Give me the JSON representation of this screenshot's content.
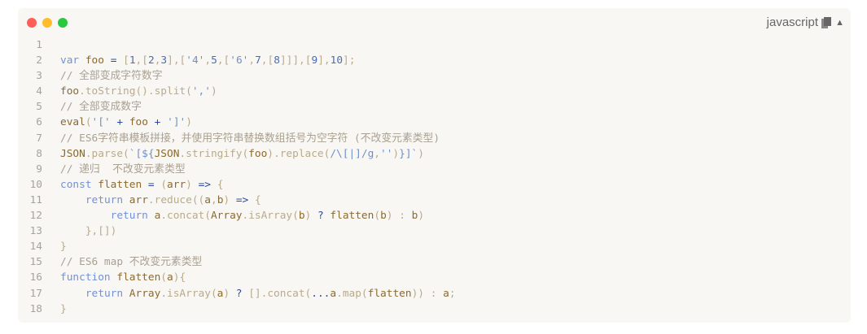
{
  "header": {
    "language": "javascript",
    "dot_colors": [
      "#ff5f56",
      "#ffbd2e",
      "#27c93f"
    ]
  },
  "lines": [
    [],
    [
      [
        "k",
        "var"
      ],
      [
        "p",
        " "
      ],
      [
        "i",
        "foo"
      ],
      [
        "p",
        " "
      ],
      [
        "o",
        "="
      ],
      [
        "p",
        " ["
      ],
      [
        "n",
        "1"
      ],
      [
        "p",
        ",["
      ],
      [
        "n",
        "2"
      ],
      [
        "p",
        ","
      ],
      [
        "n",
        "3"
      ],
      [
        "p",
        "],["
      ],
      [
        "s",
        "'4'"
      ],
      [
        "p",
        ","
      ],
      [
        "n",
        "5"
      ],
      [
        "p",
        ",["
      ],
      [
        "s",
        "'6'"
      ],
      [
        "p",
        ","
      ],
      [
        "n",
        "7"
      ],
      [
        "p",
        ",["
      ],
      [
        "n",
        "8"
      ],
      [
        "p",
        "]]],["
      ],
      [
        "n",
        "9"
      ],
      [
        "p",
        "],"
      ],
      [
        "n",
        "10"
      ],
      [
        "p",
        "];"
      ]
    ],
    [
      [
        "c",
        "// 全部变成字符数字"
      ]
    ],
    [
      [
        "i",
        "foo"
      ],
      [
        "p",
        ".toString().split("
      ],
      [
        "s",
        "','"
      ],
      [
        "p",
        ")"
      ]
    ],
    [
      [
        "c",
        "// 全部变成数字"
      ]
    ],
    [
      [
        "i",
        "eval"
      ],
      [
        "p",
        "("
      ],
      [
        "s",
        "'['"
      ],
      [
        "p",
        " "
      ],
      [
        "o",
        "+"
      ],
      [
        "p",
        " "
      ],
      [
        "i",
        "foo"
      ],
      [
        "p",
        " "
      ],
      [
        "o",
        "+"
      ],
      [
        "p",
        " "
      ],
      [
        "s",
        "']'"
      ],
      [
        "p",
        ")"
      ]
    ],
    [
      [
        "c",
        "// ES6字符串模板拼接，并使用字符串替换数组括号为空字符 (不改变元素类型)"
      ]
    ],
    [
      [
        "i",
        "JSON"
      ],
      [
        "p",
        ".parse("
      ],
      [
        "s",
        "`[${"
      ],
      [
        "i",
        "JSON"
      ],
      [
        "p",
        ".stringify("
      ],
      [
        "i",
        "foo"
      ],
      [
        "p",
        ").replace("
      ],
      [
        "s",
        "/\\[|]/g"
      ],
      [
        "p",
        ","
      ],
      [
        "s",
        "''"
      ],
      [
        "p",
        ")"
      ],
      [
        "s",
        "}]`"
      ],
      [
        "p",
        ")"
      ]
    ],
    [
      [
        "c",
        "// 递归  不改变元素类型"
      ]
    ],
    [
      [
        "k",
        "const"
      ],
      [
        "p",
        " "
      ],
      [
        "i",
        "flatten"
      ],
      [
        "p",
        " "
      ],
      [
        "o",
        "="
      ],
      [
        "p",
        " ("
      ],
      [
        "i",
        "arr"
      ],
      [
        "p",
        ") "
      ],
      [
        "o",
        "=>"
      ],
      [
        "p",
        " {"
      ]
    ],
    [
      [
        "p",
        "    "
      ],
      [
        "k",
        "return"
      ],
      [
        "p",
        " "
      ],
      [
        "i",
        "arr"
      ],
      [
        "p",
        ".reduce(("
      ],
      [
        "i",
        "a"
      ],
      [
        "p",
        ","
      ],
      [
        "i",
        "b"
      ],
      [
        "p",
        ") "
      ],
      [
        "o",
        "=>"
      ],
      [
        "p",
        " {"
      ]
    ],
    [
      [
        "p",
        "        "
      ],
      [
        "k",
        "return"
      ],
      [
        "p",
        " "
      ],
      [
        "i",
        "a"
      ],
      [
        "p",
        ".concat("
      ],
      [
        "i",
        "Array"
      ],
      [
        "p",
        ".isArray("
      ],
      [
        "i",
        "b"
      ],
      [
        "p",
        ") "
      ],
      [
        "o",
        "?"
      ],
      [
        "p",
        " "
      ],
      [
        "i",
        "flatten"
      ],
      [
        "p",
        "("
      ],
      [
        "i",
        "b"
      ],
      [
        "p",
        ") : "
      ],
      [
        "i",
        "b"
      ],
      [
        "p",
        ")"
      ]
    ],
    [
      [
        "p",
        "    },[])"
      ]
    ],
    [
      [
        "p",
        "}"
      ]
    ],
    [
      [
        "c",
        "// ES6 map 不改变元素类型"
      ]
    ],
    [
      [
        "k",
        "function"
      ],
      [
        "p",
        " "
      ],
      [
        "i",
        "flatten"
      ],
      [
        "p",
        "("
      ],
      [
        "i",
        "a"
      ],
      [
        "p",
        "){"
      ]
    ],
    [
      [
        "p",
        "    "
      ],
      [
        "k",
        "return"
      ],
      [
        "p",
        " "
      ],
      [
        "i",
        "Array"
      ],
      [
        "p",
        ".isArray("
      ],
      [
        "i",
        "a"
      ],
      [
        "p",
        ") "
      ],
      [
        "o",
        "?"
      ],
      [
        "p",
        " [].concat("
      ],
      [
        "o",
        "..."
      ],
      [
        "i",
        "a"
      ],
      [
        "p",
        ".map("
      ],
      [
        "i",
        "flatten"
      ],
      [
        "p",
        ")) : "
      ],
      [
        "i",
        "a"
      ],
      [
        "p",
        ";"
      ]
    ],
    [
      [
        "p",
        "}"
      ]
    ]
  ]
}
